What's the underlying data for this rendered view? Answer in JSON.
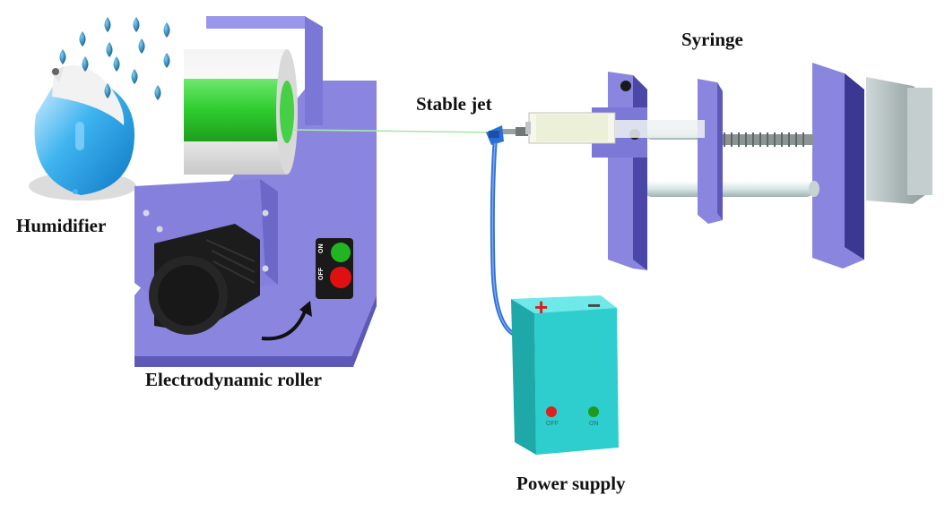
{
  "labels": {
    "humidifier": "Humidifier",
    "roller": "Electrodynamic roller",
    "stable_jet": "Stable jet",
    "syringe": "Syringe",
    "power_supply": "Power supply"
  },
  "roller_switch": {
    "on": "ON",
    "off": "OFF"
  },
  "power_supply": {
    "plus": "+",
    "minus": "−",
    "off": "OFF",
    "on": "ON"
  },
  "colors": {
    "frame": "#8a86e0",
    "frame_dark": "#5d59b8",
    "fiber_band": "#33cc33",
    "power_box": "#3fd6d6",
    "water_drop": "#1f7fb0",
    "cable": "#2f6fd8"
  },
  "icons": [
    "water-droplet-icon",
    "rotation-arrow-icon"
  ]
}
